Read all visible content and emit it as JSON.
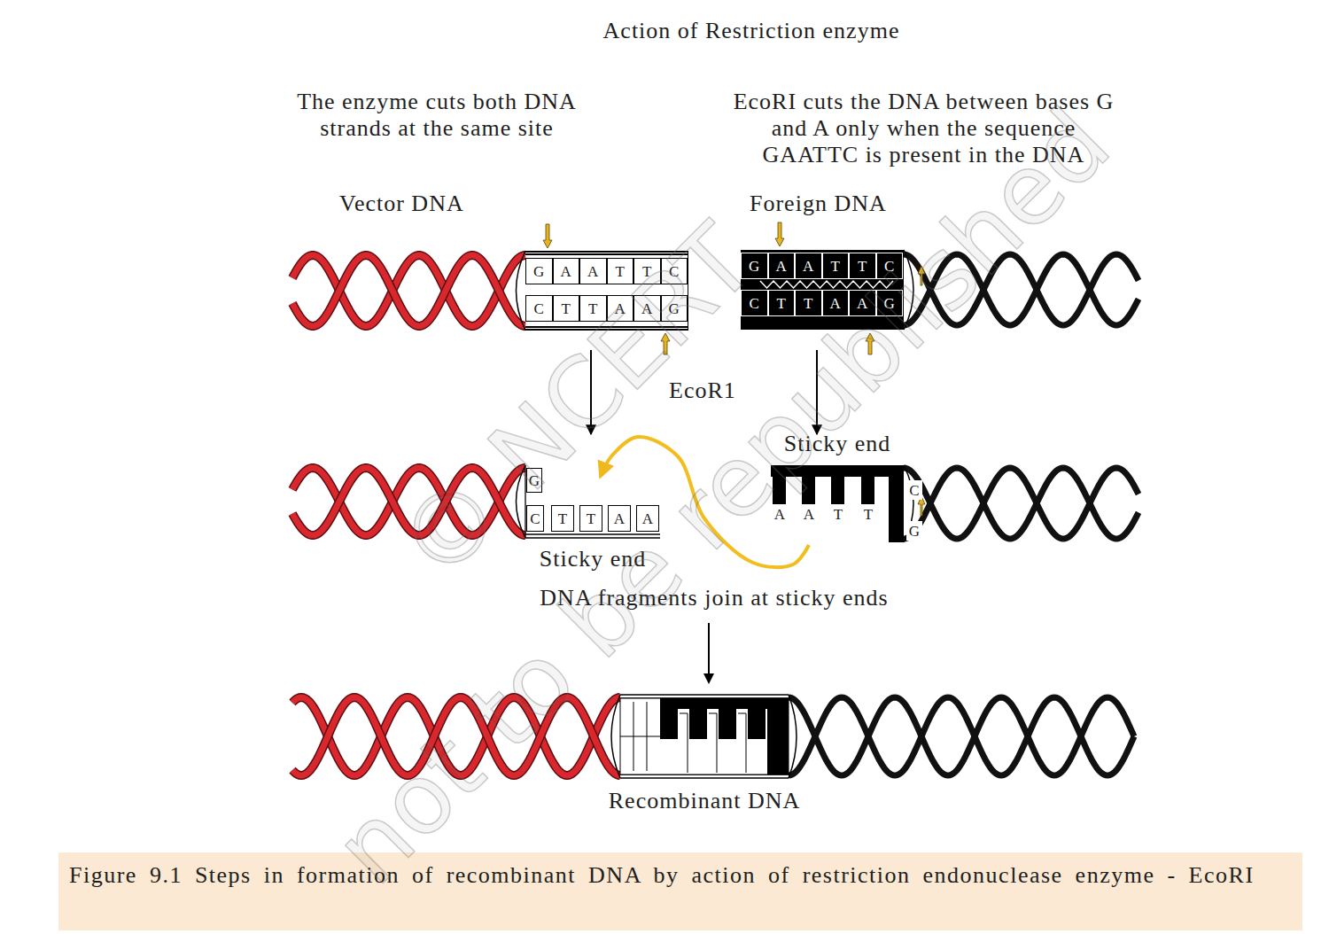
{
  "diagram": {
    "title": "Action of Restriction enzyme",
    "caption": "Figure 9.1 Steps in formation of recombinant DNA by action of restriction endonuclease enzyme - EcoRI",
    "nodes": [
      {
        "text": [
          "G",
          "A",
          "A",
          "T",
          "T",
          "C",
          "C",
          "T",
          "T",
          "A",
          "A",
          "G"
        ]
      },
      {
        "text": [
          "G",
          "A",
          "A",
          "T",
          "T",
          "C",
          "C",
          "T",
          "T",
          "A",
          "A",
          "G"
        ]
      },
      {
        "text": [
          "G",
          "C",
          "T",
          "T",
          "A",
          "A",
          "Sticky end"
        ]
      },
      {
        "text": [
          "Sticky end",
          "A",
          "A",
          "T",
          "T",
          "C",
          "G"
        ]
      },
      {
        "text": [
          "Recombinant DNA"
        ]
      }
    ],
    "edges": [
      {
        "from": 0,
        "to": 2,
        "arrow": "to"
      },
      {
        "from": 1,
        "to": 3,
        "arrow": "to"
      },
      {
        "from": 3,
        "to": 2,
        "arrow": "to"
      }
    ],
    "labels": [
      "The enzyme cuts both DNA strands at the same site",
      "EcoRI cuts the DNA between bases G and A only when the sequence GAATTC is present in the DNA",
      "Vector DNA",
      "Foreign DNA",
      "EcoR1",
      "DNA fragments join at sticky ends",
      "© NCERT",
      "not to be republished"
    ]
  }
}
